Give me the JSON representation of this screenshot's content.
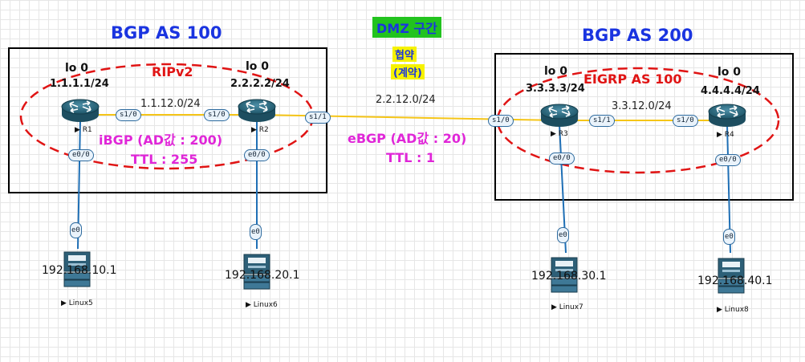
{
  "as_left": {
    "title": "BGP AS 100",
    "igp": "RIPv2",
    "ibgp": "iBGP (AD값 : 200)",
    "ttl": "TTL : 255"
  },
  "as_right": {
    "title": "BGP AS 200",
    "igp": "EIGRP AS 100"
  },
  "dmz": {
    "title": "DMZ 구간",
    "line1": "협약",
    "line2": "(계약)",
    "network": "2.2.12.0/24",
    "ebgp": "eBGP (AD값 : 20)",
    "ttl": "TTL : 1"
  },
  "routers": {
    "r1": {
      "name": "R1",
      "lo": "lo 0",
      "ip": "1.1.1.1/24",
      "if_s": "s1/0",
      "if_e": "e0/0"
    },
    "r2": {
      "name": "R2",
      "lo": "lo 0",
      "ip": "2.2.2.2/24",
      "if_s_left": "s1/0",
      "if_s_right": "s1/1",
      "if_e": "e0/0"
    },
    "r3": {
      "name": "R3",
      "lo": "lo 0",
      "ip": "3.3.3.3/24",
      "if_s_left": "s1/0",
      "if_s_right": "s1/1",
      "if_e": "e0/0"
    },
    "r4": {
      "name": "R4",
      "lo": "lo 0",
      "ip": "4.4.4.4/24",
      "if_s": "s1/0",
      "if_e": "e0/0"
    }
  },
  "links": {
    "r1_r2": "1.1.12.0/24",
    "r3_r4": "3.3.12.0/24"
  },
  "hosts": [
    {
      "name": "Linux5",
      "ip": "192.168.10.1",
      "if": "e0"
    },
    {
      "name": "Linux6",
      "ip": "192.168.20.1",
      "if": "e0"
    },
    {
      "name": "Linux7",
      "ip": "192.168.30.1",
      "if": "e0"
    },
    {
      "name": "Linux8",
      "ip": "192.168.40.1",
      "if": "e0"
    }
  ],
  "colors": {
    "as_title": "#1a34e0",
    "igp": "#e01414",
    "bgp_note": "#e026d8",
    "dmz_bg": "#22c31e",
    "agreement_bg": "#f6f200",
    "serial_link": "#f5c518",
    "ethernet_link": "#1f6fb5",
    "router_body": "#2f6f86"
  }
}
